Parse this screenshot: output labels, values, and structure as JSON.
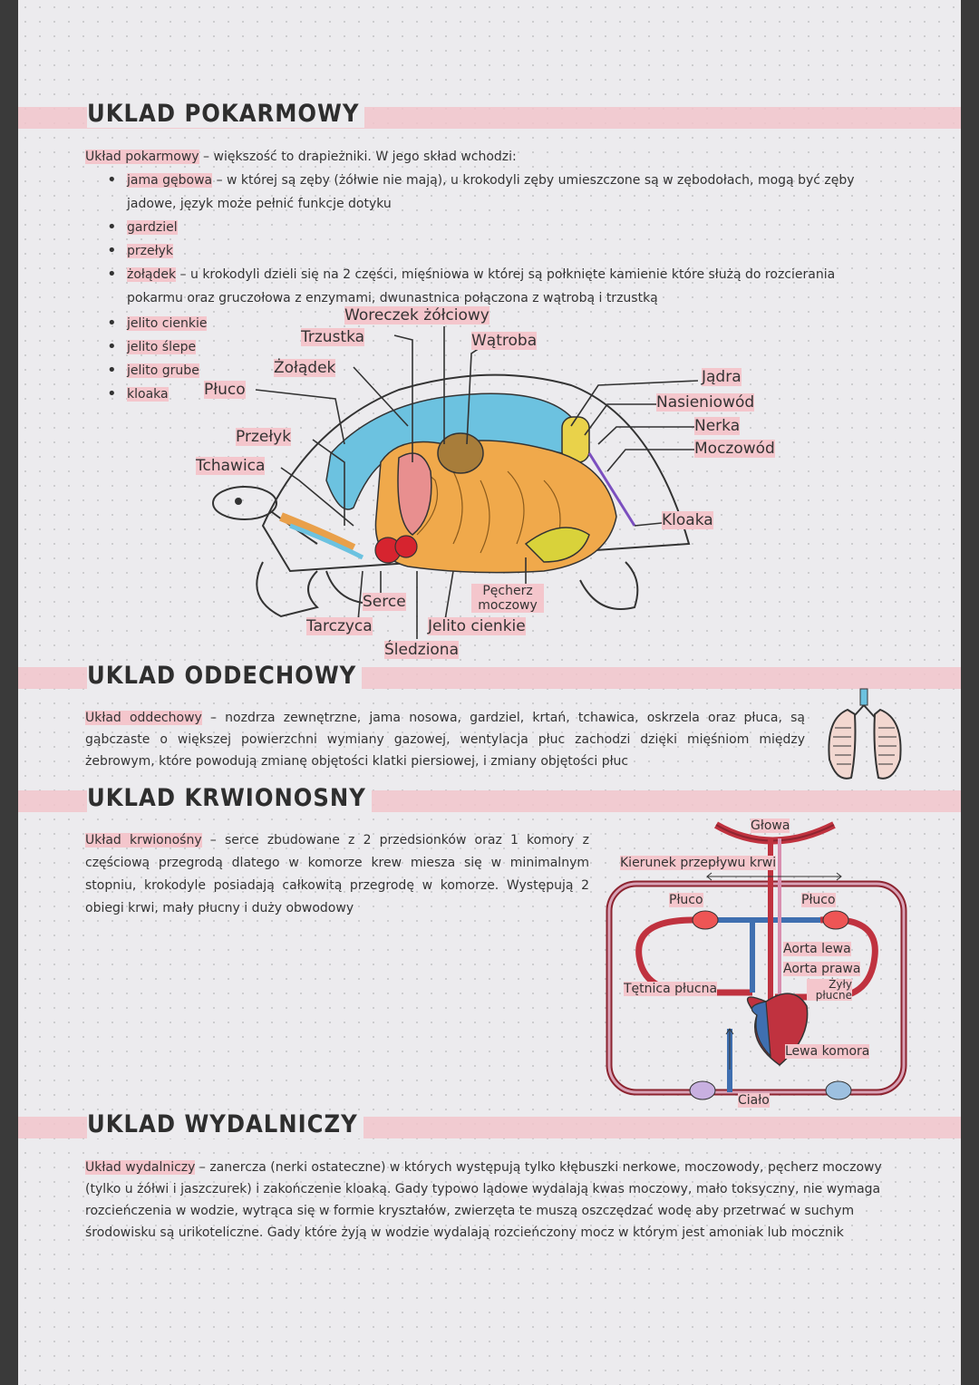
{
  "pokarmowy": {
    "title": "UKLAD POKARMOWY",
    "intro_term": "Układ pokarmowy",
    "intro_rest": " – większość to drapieżniki. W jego skład wchodzi:",
    "items": [
      {
        "term": "jama gębowa",
        "rest": " – w której są zęby (żółwie nie mają), u krokodyli zęby umieszczone są w zębodołach, mogą być zęby jadowe, język może pełnić funkcje dotyku"
      },
      {
        "term": "gardziel",
        "rest": ""
      },
      {
        "term": "przełyk",
        "rest": ""
      },
      {
        "term": "żołądek",
        "rest": " – u krokodyli dzieli się na 2 części, mięśniowa w której są połknięte kamienie które służą do rozcierania pokarmu oraz gruczołowa z enzymami, dwunastnica połączona z wątrobą i trzustką"
      },
      {
        "term": "jelito cienkie",
        "rest": ""
      },
      {
        "term": "jelito ślepe",
        "rest": ""
      },
      {
        "term": "jelito grube",
        "rest": ""
      },
      {
        "term": "kloaka",
        "rest": ""
      }
    ],
    "diagram_labels": {
      "woreczek": "Woreczek żółciowy",
      "trzustka": "Trzustka",
      "watroba": "Wątroba",
      "zoladek": "Żołądek",
      "pluco": "Płuco",
      "jadra": "Jądra",
      "nasieniowod": "Nasieniowód",
      "nerka": "Nerka",
      "moczowod": "Moczowód",
      "przelyk": "Przełyk",
      "tchawica": "Tchawica",
      "kloaka": "Kloaka",
      "serce": "Serce",
      "pecherz": "Pęcherz moczowy",
      "tarczyca": "Tarczyca",
      "jelito": "Jelito cienkie",
      "sledziona": "Śledziona"
    }
  },
  "oddechowy": {
    "title": "UKLAD ODDECHOWY",
    "term": "Układ oddechowy",
    "rest": " – nozdrza zewnętrzne, jama nosowa, gardziel, krtań, tchawica, oskrzela oraz płuca, są gąbczaste o większej powierzchni wymiany gazowej, wentylacja płuc zachodzi dzięki mięśniom między żebrowym, które powodują zmianę objętości klatki piersiowej, i zmiany objętości płuc"
  },
  "krwionosny": {
    "title": "UKLAD KRWIONOSNY",
    "term": "Układ krwionośny",
    "rest": " – serce zbudowane z 2 przedsionków oraz 1 komory z częściową przegrodą dlatego w komorze krew miesza się w minimalnym stopniu, krokodyle posiadają całkowitą przegrodę w komorze. Występują 2 obiegi krwi, mały płucny i duży obwodowy",
    "diagram_labels": {
      "glowa": "Głowa",
      "kierunek": "Kierunek przepływu krwi",
      "pluco_l": "Płuco",
      "pluco_r": "Płuco",
      "aorta_lewa": "Aorta lewa",
      "aorta_prawa": "Aorta prawa",
      "zyly": "Żyły płucne",
      "tetnica": "Tętnica płucna",
      "lewa_komora": "Lewa komora",
      "cialo": "Ciało"
    }
  },
  "wydalniczy": {
    "title": "UKLAD WYDALNICZY",
    "term": "Układ wydalniczy",
    "rest": " – zanercza (nerki ostateczne) w których występują tylko kłębuszki nerkowe, moczowody, pęcherz moczowy (tylko u żółwi i jaszczurek) i zakończenie kloaką. Gady typowo lądowe wydalają kwas moczowy, mało toksyczny, nie wymaga rozcieńczenia w wodzie, wytrąca się w formie kryształów, zwierzęta te muszą oszczędzać wodę aby przetrwać w suchym środowisku są urikoteliczne. Gady które żyją w wodzie wydalają rozcieńczony mocz w którym jest amoniak lub mocznik"
  },
  "colors": {
    "highlight": "#f4c6cc",
    "stomach": "#e88f8f",
    "intestine": "#f0a94b",
    "liver": "#6cc2e0",
    "oxy_blood": "#c0323f",
    "deoxy_blood": "#3f6fb0"
  }
}
